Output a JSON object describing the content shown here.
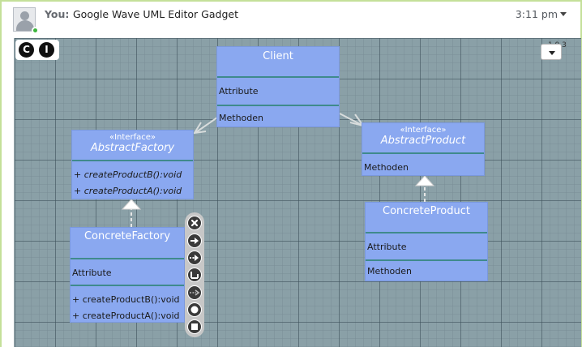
{
  "blip": {
    "author": "You:",
    "title": "Google Wave UML Editor Gadget",
    "time": "3:11 pm"
  },
  "gadget": {
    "license_c": "C",
    "license_i": "I",
    "corner_text": "1.9.3"
  },
  "classes": {
    "client": {
      "name": "Client",
      "attribute": "Attribute",
      "methods": "Methoden"
    },
    "abstract_factory": {
      "stereotype": "«Interface»",
      "name": "AbstractFactory",
      "op1": "+ createProductB():void",
      "op2": "+ createProductA():void"
    },
    "abstract_product": {
      "stereotype": "«Interface»",
      "name": "AbstractProduct",
      "methods": "Methoden"
    },
    "concrete_factory": {
      "name": "ConcreteFactory",
      "attribute": "Attribute",
      "op1": "+ createProductB():void",
      "op2": "+ createProductA():void"
    },
    "concrete_product": {
      "name": "ConcreteProduct",
      "attribute": "Attribute",
      "methods": "Methoden"
    }
  },
  "palette_tools": [
    "delete-icon",
    "association-arrow-icon",
    "dependency-arrow-icon",
    "aggregation-icon",
    "dashed-arrow-icon",
    "circle-icon",
    "square-icon"
  ],
  "colors": {
    "class_fill": "#8aa8f0",
    "divider": "#3f8a8c",
    "canvas": "#8aa0a7",
    "frame_border": "#c4e09a"
  }
}
